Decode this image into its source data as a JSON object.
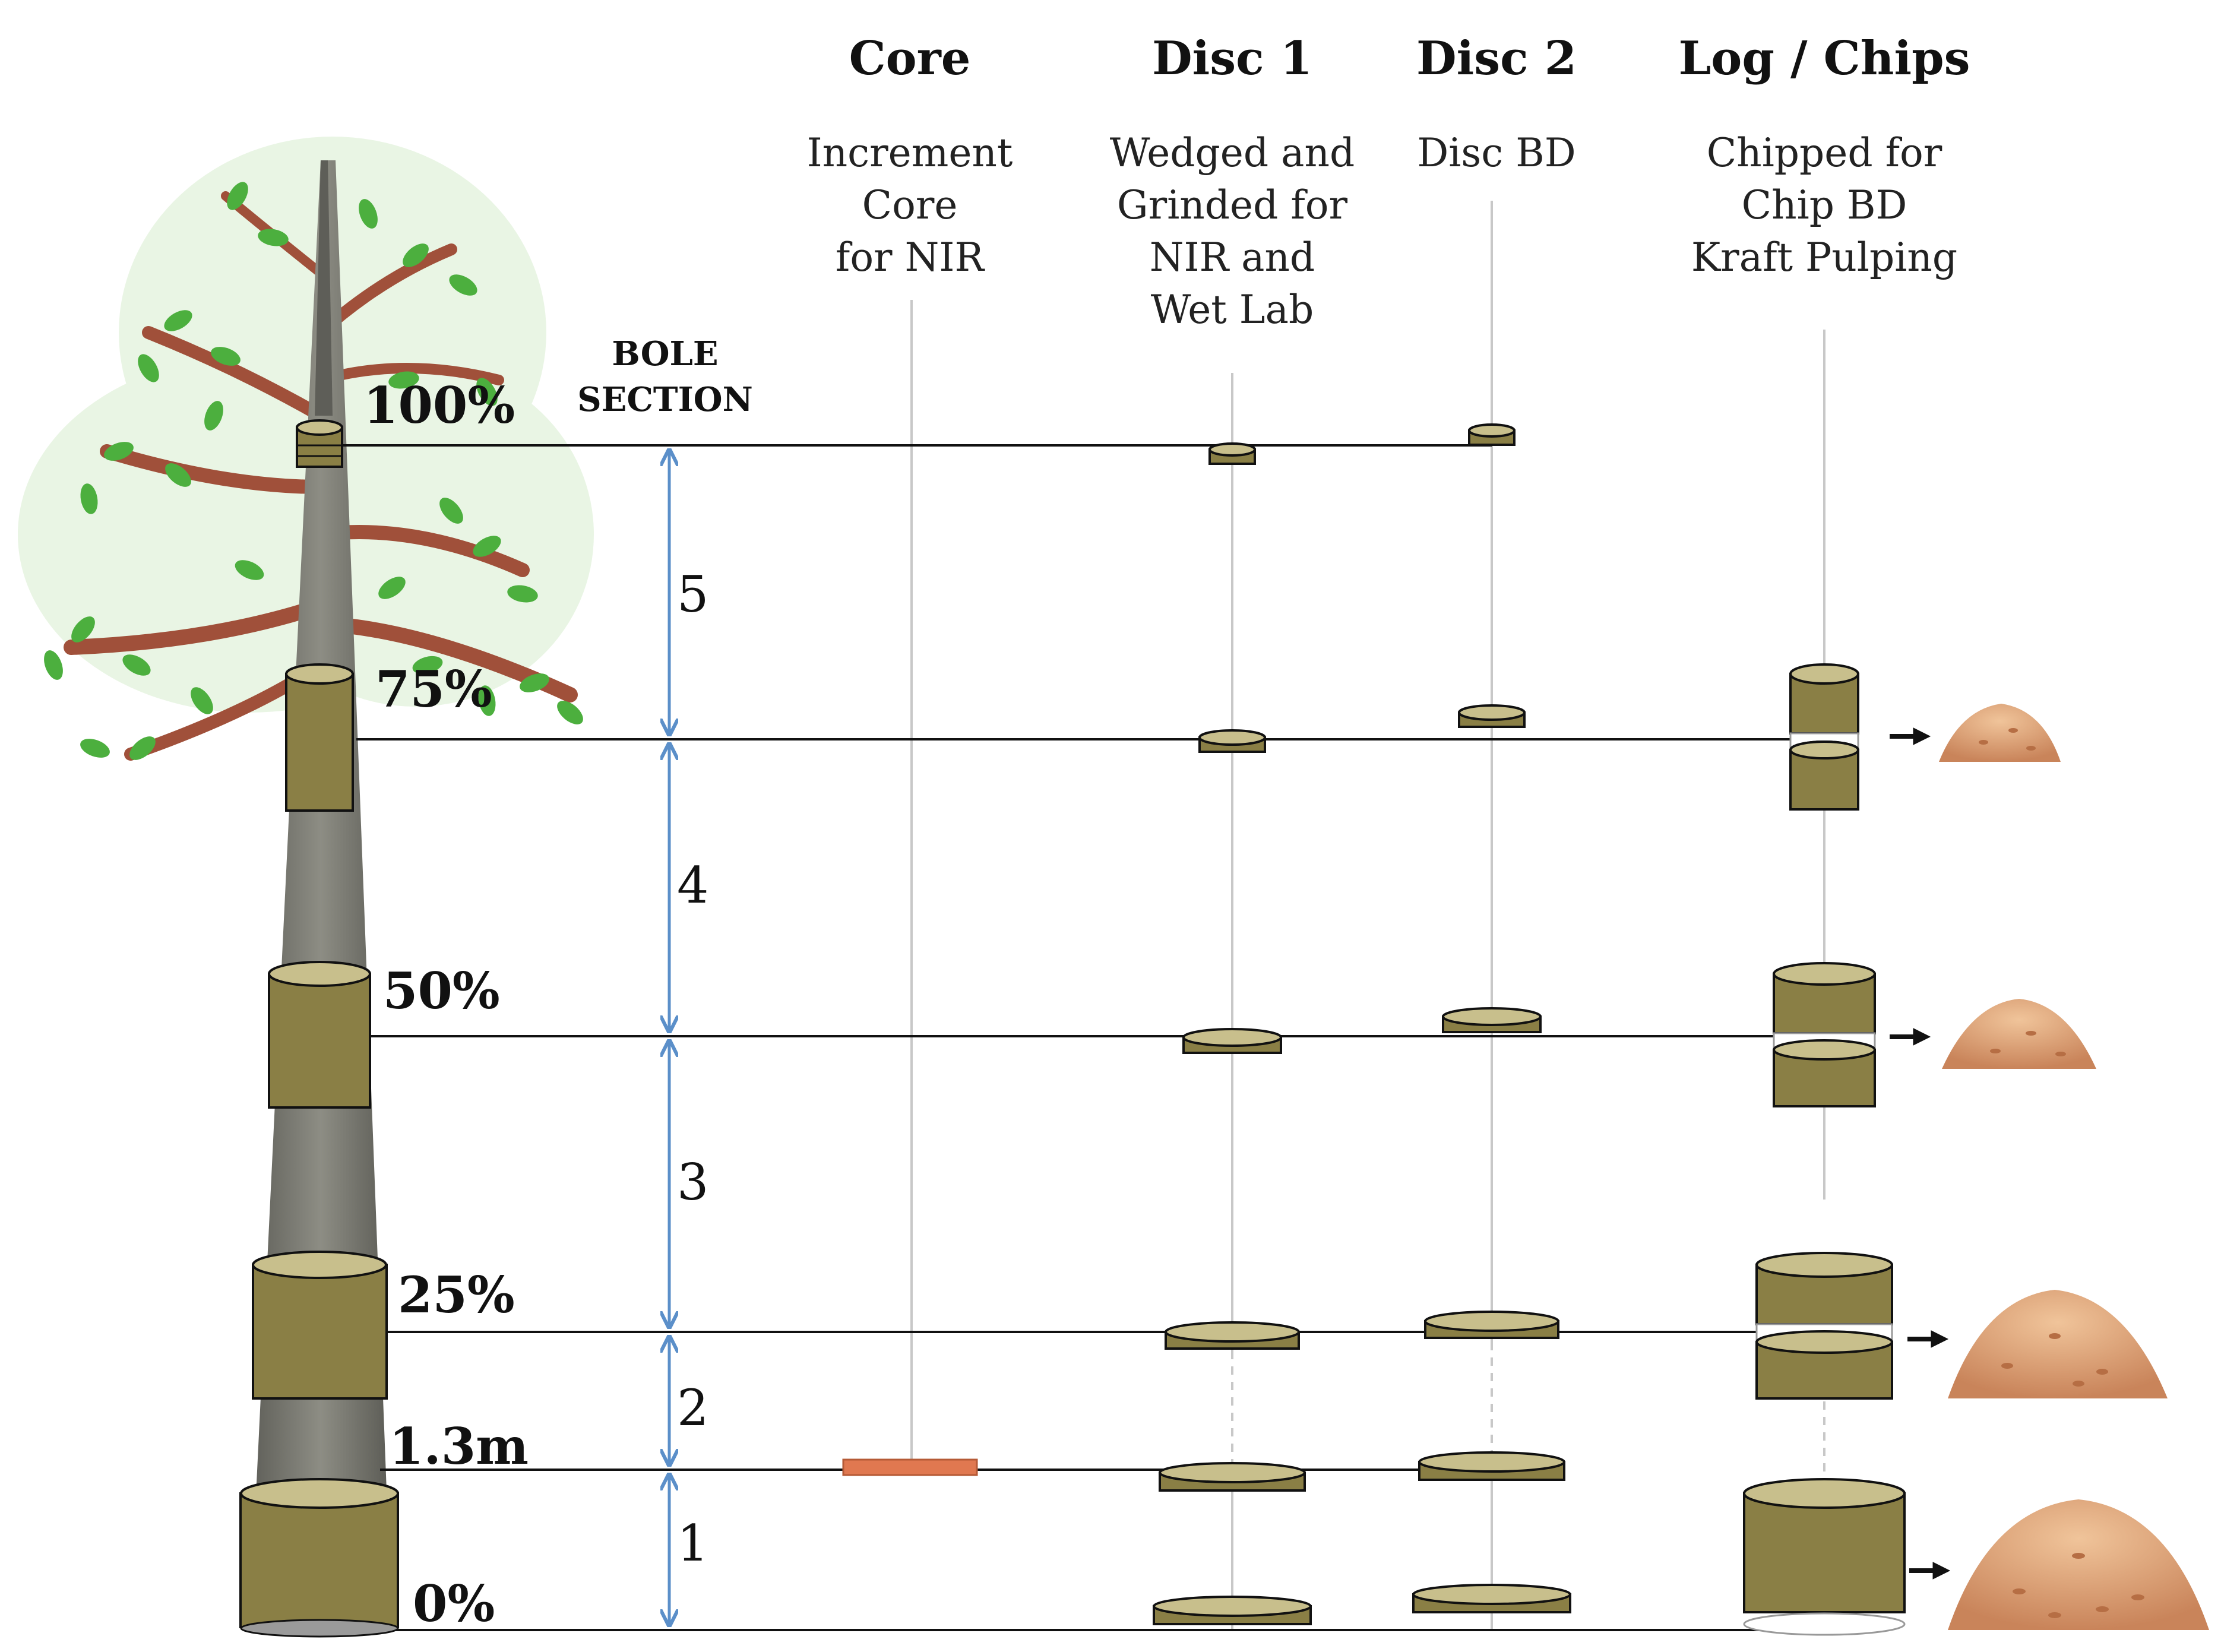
{
  "columns": {
    "core": {
      "title": "Core",
      "desc": [
        "Increment",
        "Core",
        "for NIR"
      ]
    },
    "disc1": {
      "title": "Disc 1",
      "desc": [
        "Wedged and",
        "Grinded for",
        "NIR and",
        "Wet Lab"
      ]
    },
    "disc2": {
      "title": "Disc 2",
      "desc": [
        "Disc BD"
      ]
    },
    "log": {
      "title": "Log / Chips",
      "desc": [
        "Chipped for",
        "Chip BD",
        "Kraft Pulping"
      ]
    }
  },
  "bole_section": [
    "BOLE",
    "SECTION"
  ],
  "heights": {
    "h100": "100%",
    "h75": "75%",
    "h50": "50%",
    "h25": "25%",
    "h13": "1.3m",
    "h0": "0%"
  },
  "sections": [
    "5",
    "4",
    "3",
    "2",
    "1"
  ],
  "colors": {
    "wood_side": "#8a7f45",
    "wood_top": "#c8bf8c",
    "bark": "#7a7a72",
    "leaf": "#58b84a",
    "branch": "#a0503a",
    "arrow": "#5b8fc9",
    "core_sample": "#e07850",
    "chips": "#e0a57a"
  },
  "icons": {
    "tree": "tree-icon",
    "chips": "wood-chip-pile-icon",
    "arrow": "right-arrow-icon"
  }
}
